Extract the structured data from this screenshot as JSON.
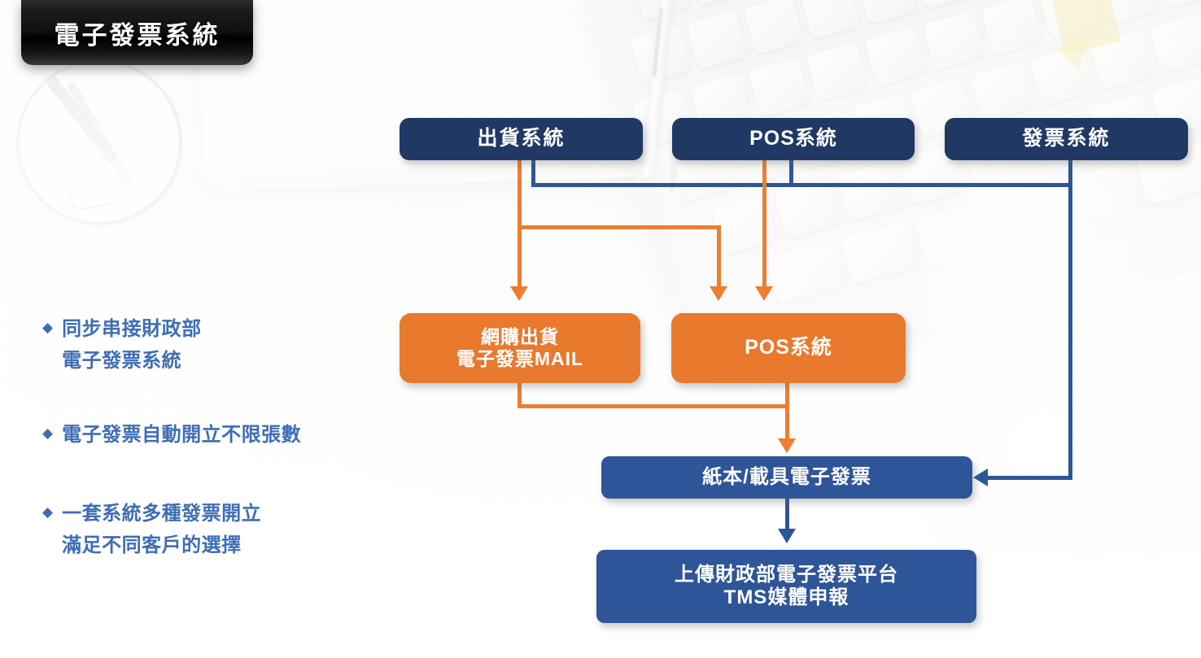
{
  "title_badge": {
    "label": "電子發票系統"
  },
  "bullets": [
    {
      "marker": "◆",
      "text": "同步串接財政部\n  電子發票系統"
    },
    {
      "marker": "◆",
      "text": "電子發票自動開立不限張數"
    },
    {
      "marker": "◆",
      "text": "一套系統多種發票開立\n  滿足不同客戶的選擇"
    }
  ],
  "flow": {
    "sources": [
      {
        "id": "shipping-system",
        "label": "出貨系統",
        "color": "#1F3864"
      },
      {
        "id": "pos-system-top",
        "label": "POS系統",
        "color": "#1F3864"
      },
      {
        "id": "invoice-system",
        "label": "發票系統",
        "color": "#1F3864"
      }
    ],
    "middle": [
      {
        "id": "ecommerce-shipping-mail",
        "label": "網購出貨\n電子發票MAIL",
        "color": "#E8792D"
      },
      {
        "id": "pos-system-mid",
        "label": "POS系統",
        "color": "#E8792D"
      }
    ],
    "outputs": [
      {
        "id": "paper-carrier-einvoice",
        "label": "紙本/載具電子發票",
        "color": "#2E5597"
      },
      {
        "id": "upload-mof-platform",
        "label": "上傳財政部電子發票平台\nTMS媒體申報",
        "color": "#2E5597"
      }
    ]
  },
  "colors": {
    "navy": "#1F3864",
    "orange": "#E8792D",
    "orange_line": "#ED7D31",
    "blue": "#2E5597",
    "bullet_blue": "#3E6DB5",
    "badge_black": "#000000",
    "background": "#FFFFFF"
  }
}
